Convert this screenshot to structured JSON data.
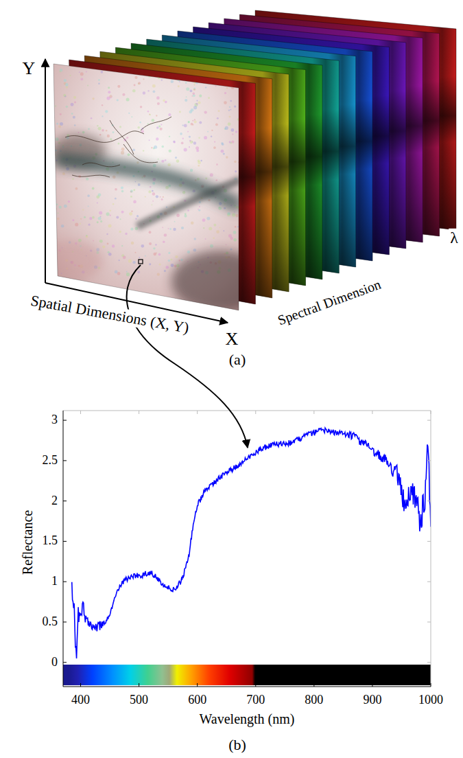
{
  "diagram": {
    "labels": [
      "Y",
      "λ",
      "Spectral Dimension",
      "Spatial Dimensions (X, Y)",
      "X",
      "(a)",
      "3",
      "2.5",
      "2",
      "1.5",
      "1",
      "0.5",
      "0",
      "Reflectance",
      "400",
      "500",
      "600",
      "700",
      "800",
      "900",
      "1000",
      "Wavelength (nm)",
      "(b)"
    ]
  }
}
